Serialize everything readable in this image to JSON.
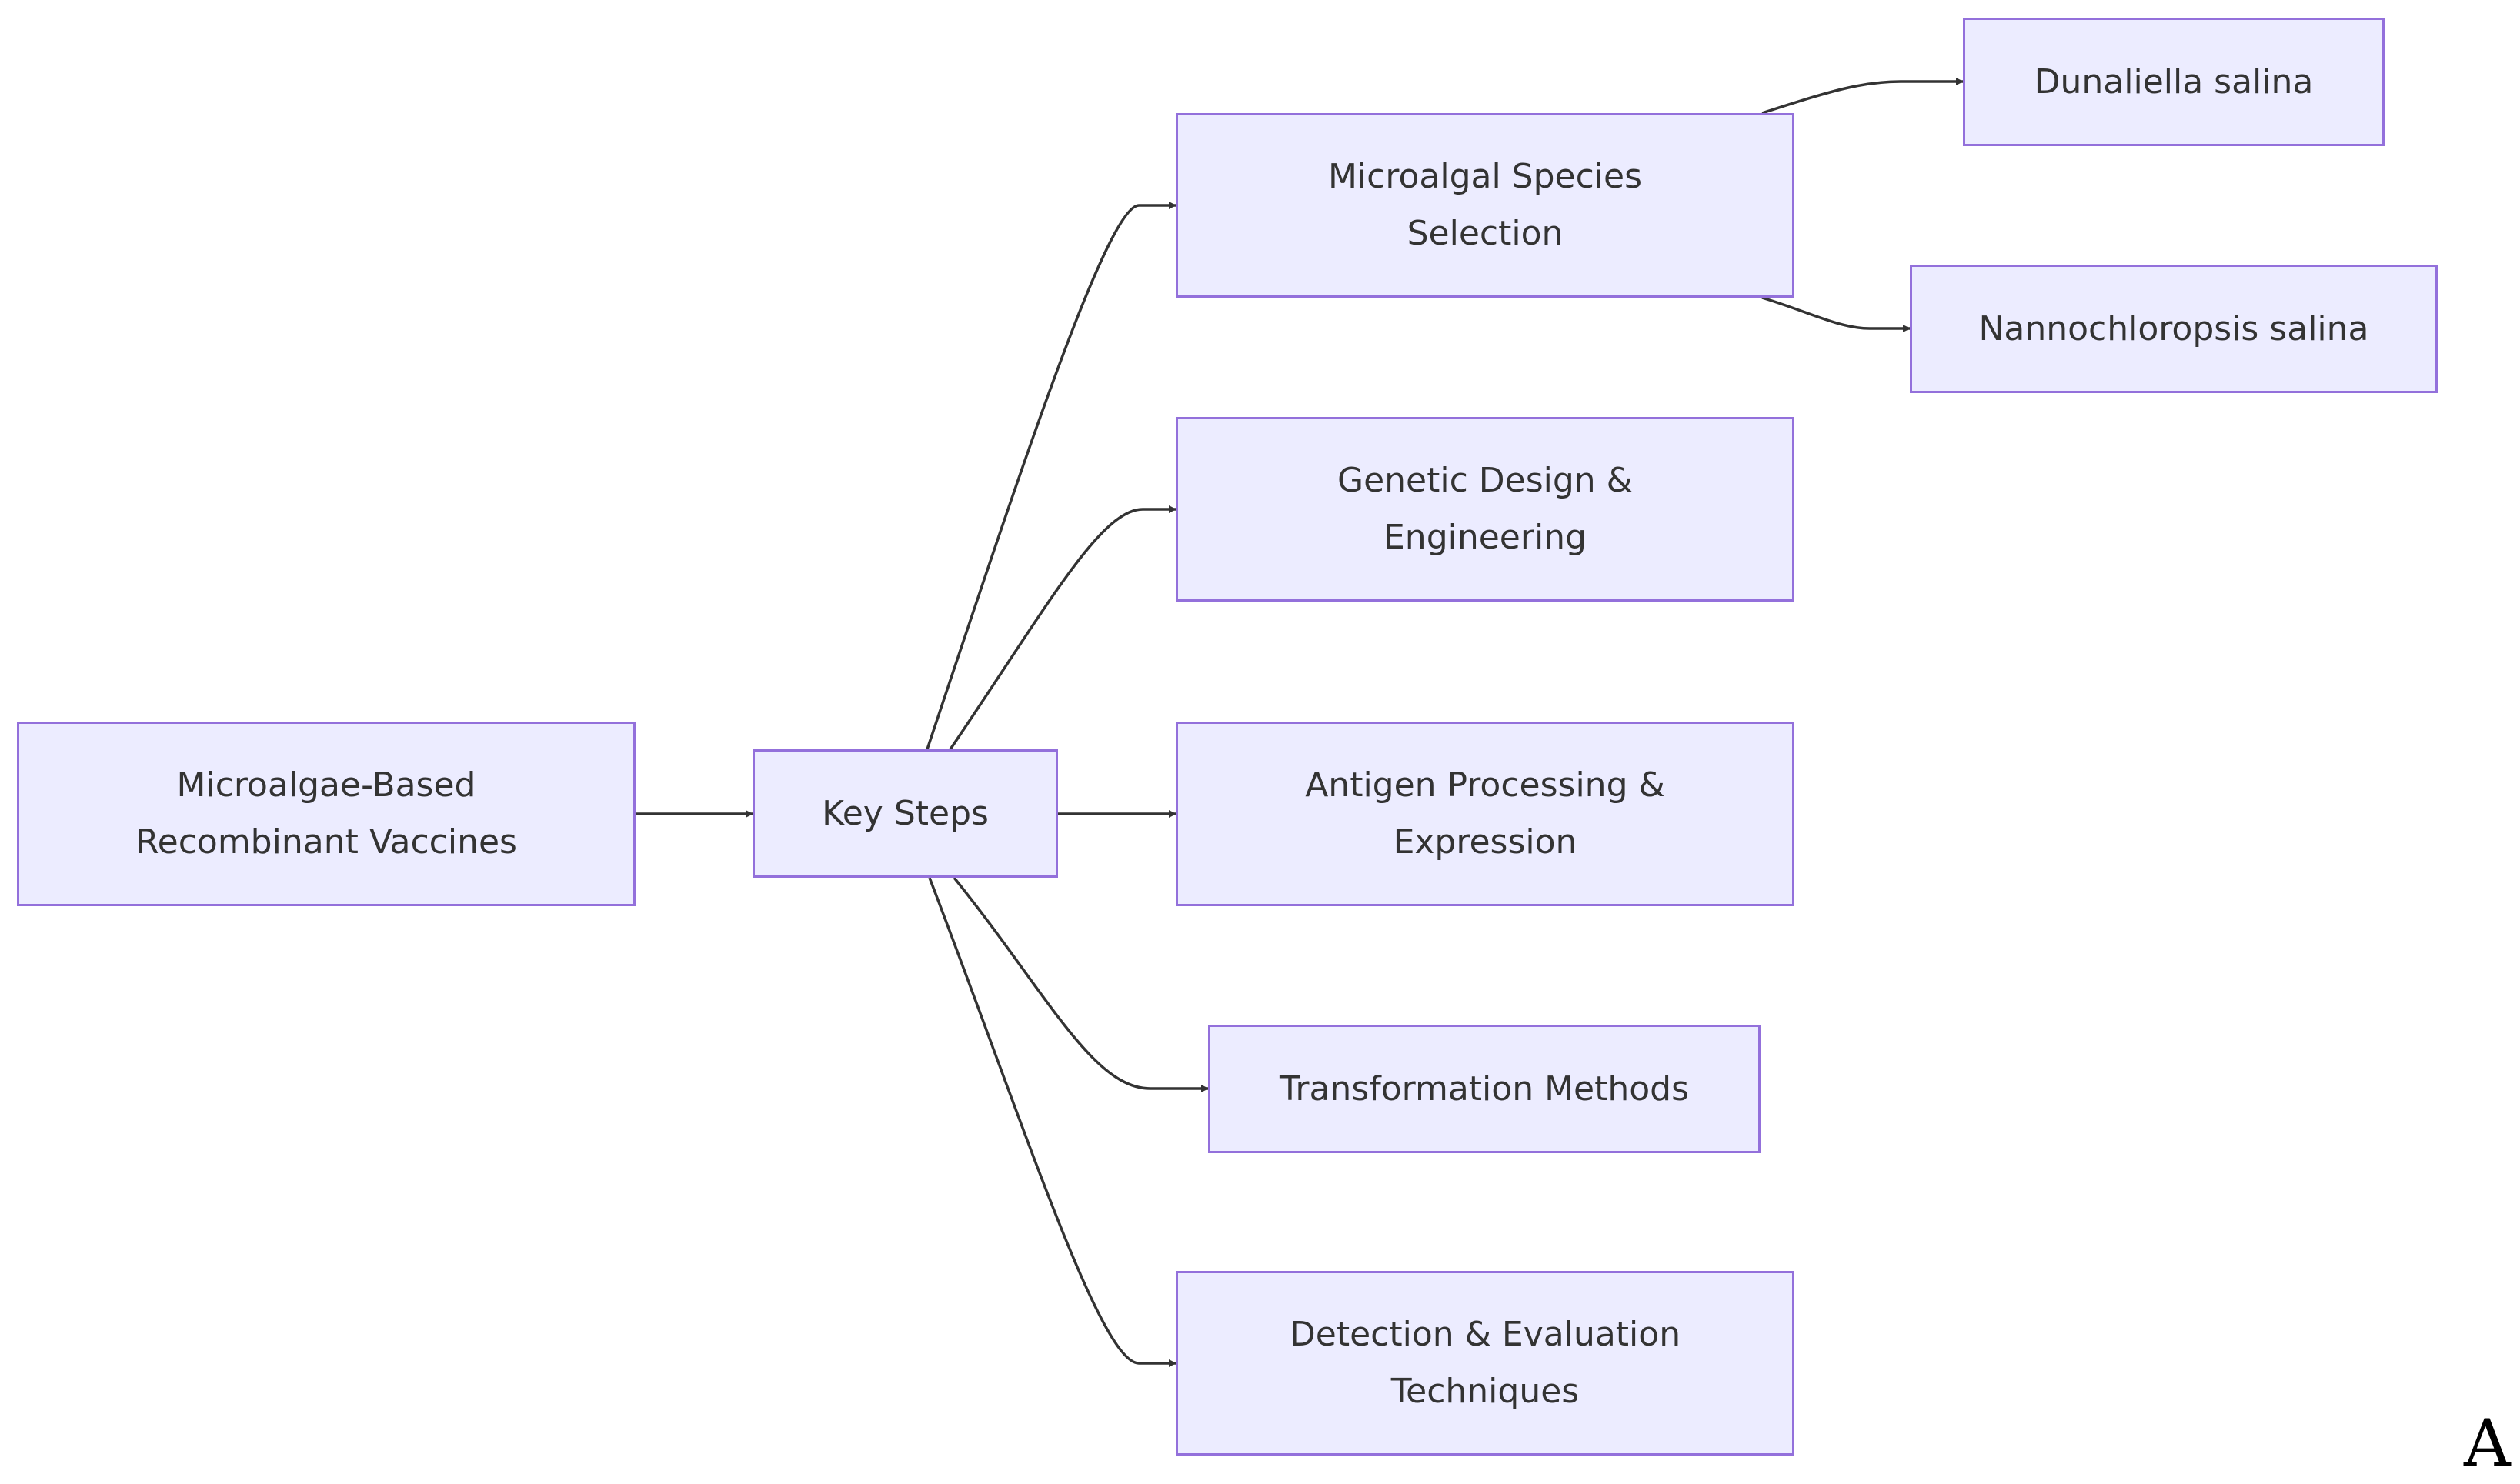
{
  "diagram": {
    "colors": {
      "node_fill": "#ECECFF",
      "node_border": "#9370DB",
      "edge": "#333333",
      "text": "#333333"
    },
    "nodes": {
      "root": {
        "label": "Microalgae-Based\nRecombinant Vaccines"
      },
      "key_steps": {
        "label": "Key Steps"
      },
      "species_selection": {
        "label": "Microalgal Species\nSelection"
      },
      "genetic_design": {
        "label": "Genetic Design &\nEngineering"
      },
      "antigen_processing": {
        "label": "Antigen Processing &\nExpression"
      },
      "transformation": {
        "label": "Transformation Methods"
      },
      "detection": {
        "label": "Detection & Evaluation\nTechniques"
      },
      "dunaliella": {
        "label": "Dunaliella salina"
      },
      "nannochloropsis": {
        "label": "Nannochloropsis salina"
      }
    },
    "edges": [
      {
        "from": "root",
        "to": "key_steps"
      },
      {
        "from": "key_steps",
        "to": "species_selection"
      },
      {
        "from": "key_steps",
        "to": "genetic_design"
      },
      {
        "from": "key_steps",
        "to": "antigen_processing"
      },
      {
        "from": "key_steps",
        "to": "transformation"
      },
      {
        "from": "key_steps",
        "to": "detection"
      },
      {
        "from": "species_selection",
        "to": "dunaliella"
      },
      {
        "from": "species_selection",
        "to": "nannochloropsis"
      }
    ]
  },
  "corner_mark": "A"
}
